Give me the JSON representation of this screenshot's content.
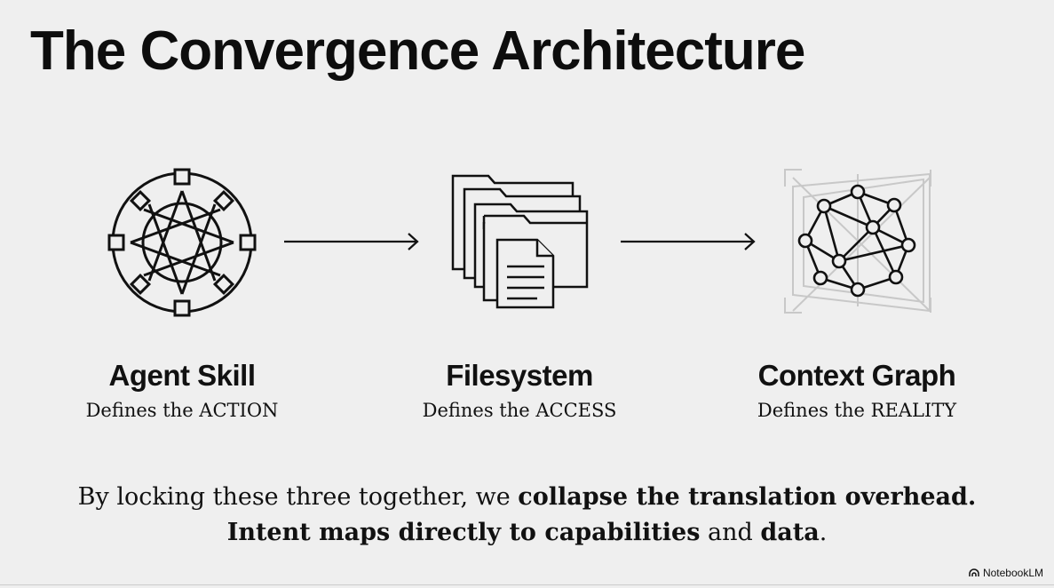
{
  "title": "The Convergence Architecture",
  "pillars": [
    {
      "name": "Agent Skill",
      "subtitle": "Defines the ACTION",
      "icon": "ring-network-icon"
    },
    {
      "name": "Filesystem",
      "subtitle": "Defines the ACCESS",
      "icon": "stacked-folders-document-icon"
    },
    {
      "name": "Context Graph",
      "subtitle": "Defines the REALITY",
      "icon": "node-graph-icon"
    }
  ],
  "summary": {
    "line1_plain": "By locking these three together, we ",
    "line1_bold": "collapse the translation overhead.",
    "line2_bold1": "Intent maps directly to capabilities",
    "line2_plain": " and ",
    "line2_bold2": "data",
    "line2_end": "."
  },
  "brand": "NotebookLM"
}
